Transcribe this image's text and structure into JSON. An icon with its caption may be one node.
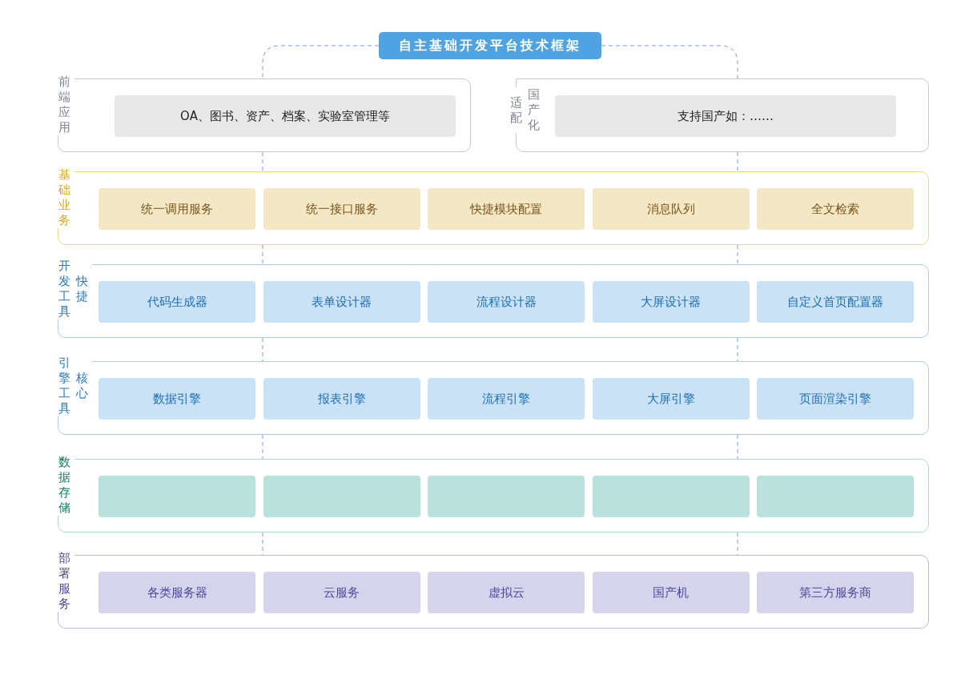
{
  "diagram": {
    "nodes": [
      {
        "text": [
          "自主基础开发平台技术框架"
        ]
      },
      {
        "text": [
          "前端应用"
        ]
      },
      {
        "text": [
          "OA、图书、资产、档案、实验室管理等"
        ],
        "in": 1
      },
      {
        "text": [
          "适配",
          "国产化"
        ]
      },
      {
        "text": [
          "支持国产如：……"
        ],
        "in": 3
      },
      {
        "text": [
          "基础业务"
        ]
      },
      {
        "text": [
          "统一调用服务"
        ],
        "in": 5
      },
      {
        "text": [
          "统一接口服务"
        ],
        "in": 5
      },
      {
        "text": [
          "快捷模块配置"
        ],
        "in": 5
      },
      {
        "text": [
          "消息队列"
        ],
        "in": 5
      },
      {
        "text": [
          "全文检索"
        ],
        "in": 5
      },
      {
        "text": [
          "开发工具",
          "快捷"
        ]
      },
      {
        "text": [
          "代码生成器"
        ],
        "in": 11
      },
      {
        "text": [
          "表单设计器"
        ],
        "in": 11
      },
      {
        "text": [
          "流程设计器"
        ],
        "in": 11
      },
      {
        "text": [
          "大屏设计器"
        ],
        "in": 11
      },
      {
        "text": [
          "自定义首页配置器"
        ],
        "in": 11
      },
      {
        "text": [
          "引擎工具",
          "核心"
        ]
      },
      {
        "text": [
          "数据引擎"
        ],
        "in": 17
      },
      {
        "text": [
          "报表引擎"
        ],
        "in": 17
      },
      {
        "text": [
          "流程引擎"
        ],
        "in": 17
      },
      {
        "text": [
          "大屏引擎"
        ],
        "in": 17
      },
      {
        "text": [
          "页面渲染引擎"
        ],
        "in": 17
      },
      {
        "text": [
          "数据存储"
        ]
      },
      {
        "text": [],
        "shape": "box",
        "in": 23
      },
      {
        "text": [],
        "shape": "box",
        "in": 23
      },
      {
        "text": [],
        "shape": "box",
        "in": 23
      },
      {
        "text": [],
        "shape": "box",
        "in": 23
      },
      {
        "text": [],
        "shape": "box",
        "in": 23
      },
      {
        "text": [
          "部署服务"
        ]
      },
      {
        "text": [
          "各类服务器"
        ],
        "in": 29
      },
      {
        "text": [
          "云服务"
        ],
        "in": 29
      },
      {
        "text": [
          "虚拟云"
        ],
        "in": 29
      },
      {
        "text": [
          "国产机"
        ],
        "in": 29
      },
      {
        "text": [
          "第三方服务商"
        ],
        "in": 29
      }
    ],
    "edges": [
      {
        "from": 0,
        "to": 1,
        "arrow": "none",
        "style": "dashed"
      },
      {
        "from": 0,
        "to": 3,
        "arrow": "none",
        "style": "dashed"
      },
      {
        "from": 1,
        "to": 5,
        "arrow": "none",
        "style": "dashed"
      },
      {
        "from": 3,
        "to": 5,
        "arrow": "none",
        "style": "dashed"
      },
      {
        "from": 5,
        "to": 11,
        "arrow": "none",
        "style": "dashed"
      },
      {
        "from": 5,
        "to": 11,
        "arrow": "none",
        "style": "dashed"
      },
      {
        "from": 11,
        "to": 17,
        "arrow": "none",
        "style": "dashed"
      },
      {
        "from": 11,
        "to": 17,
        "arrow": "none",
        "style": "dashed"
      },
      {
        "from": 17,
        "to": 23,
        "arrow": "none",
        "style": "dashed"
      },
      {
        "from": 17,
        "to": 23,
        "arrow": "none",
        "style": "dashed"
      },
      {
        "from": 23,
        "to": 29,
        "arrow": "none",
        "style": "dashed"
      },
      {
        "from": 23,
        "to": 29,
        "arrow": "none",
        "style": "dashed"
      }
    ]
  }
}
